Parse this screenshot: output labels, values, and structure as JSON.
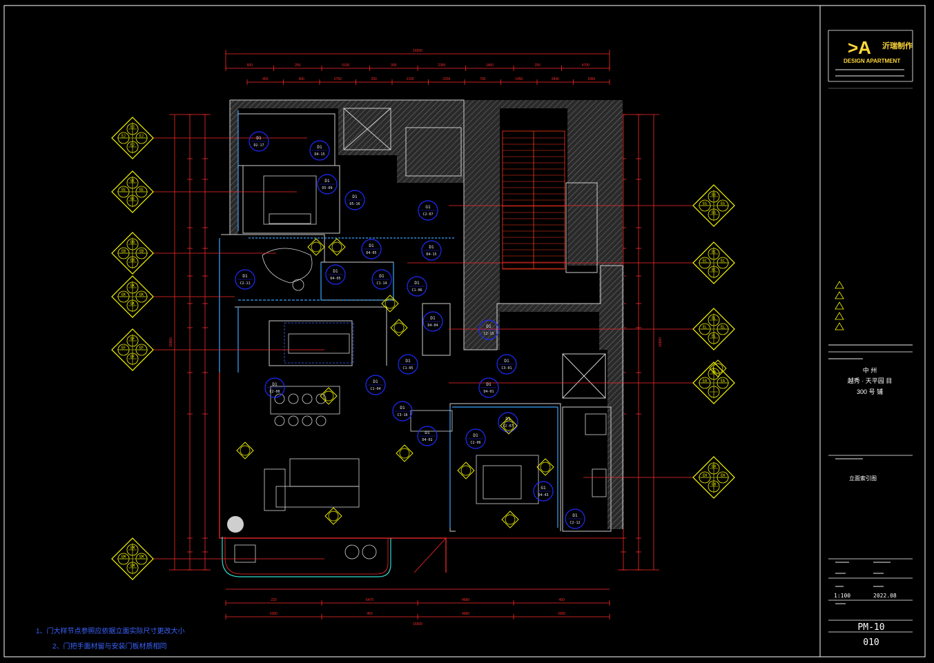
{
  "colors": {
    "background": "#000000",
    "frame": "#ffffff",
    "dimension": "#ff2a2a",
    "wall": "#6b6b6b",
    "window": "#3aa7ff",
    "furniture": "#d8d8d8",
    "tag": "#1e2bff",
    "marker": "#ffff00",
    "note": "#3a63ff",
    "stair": "#ff3a1a",
    "titleblock_text": "#ffffff",
    "logo": "#ffd83a"
  },
  "dims": {
    "top_total": "16500",
    "top_row1": [
      "600",
      "250",
      "5100",
      "300",
      "2350",
      "1450",
      "250",
      "4700"
    ],
    "top_row2": [
      "450",
      "900",
      "2750",
      "250",
      "2100",
      "2200",
      "700",
      "1450",
      "2840",
      "1850"
    ],
    "bottom_row1": [
      "220",
      "6470",
      "4680",
      "400"
    ],
    "bottom_row2": [
      "5300",
      "450",
      "4680",
      "2000"
    ],
    "bottom_total": "16500",
    "left_total": "16860",
    "right_total": "16860"
  },
  "tags": [
    {
      "top": "D1",
      "bottom": "D2-17"
    },
    {
      "top": "D1",
      "bottom": "D4-15"
    },
    {
      "top": "D1",
      "bottom": "D5-09"
    },
    {
      "top": "D1",
      "bottom": "D5-16"
    },
    {
      "top": "G1",
      "bottom": "C2-07"
    },
    {
      "top": "D1",
      "bottom": "D4-05"
    },
    {
      "top": "D1",
      "bottom": "D4-15"
    },
    {
      "top": "D1",
      "bottom": "D4-05"
    },
    {
      "top": "D1",
      "bottom": "C2-11"
    },
    {
      "top": "D1",
      "bottom": "C1-14"
    },
    {
      "top": "D1",
      "bottom": "C1-06"
    },
    {
      "top": "D1",
      "bottom": "D4-04"
    },
    {
      "top": "D1",
      "bottom": "C2-15"
    },
    {
      "top": "D1",
      "bottom": "C1-05"
    },
    {
      "top": "D1",
      "bottom": "C3-01"
    },
    {
      "top": "D1",
      "bottom": "C2-00"
    },
    {
      "top": "D1",
      "bottom": "C1-04"
    },
    {
      "top": "D1",
      "bottom": "D4-01"
    },
    {
      "top": "D1",
      "bottom": "C3-16"
    },
    {
      "top": "D1",
      "bottom": "D4-02"
    },
    {
      "top": "D1",
      "bottom": "C2-06"
    },
    {
      "top": "D1",
      "bottom": "C2-07"
    },
    {
      "top": "G1",
      "bottom": "D4-43"
    },
    {
      "top": "D1",
      "bottom": "C2-12"
    }
  ],
  "markers_left": [
    {
      "labels": [
        "EJ",
        "EJ",
        "EJ",
        "EJ"
      ]
    },
    {
      "labels": [
        "EE",
        "EE",
        "EE",
        "EE"
      ]
    },
    {
      "labels": [
        "EB",
        "EB",
        "EB",
        "EB"
      ]
    },
    {
      "labels": [
        "EK",
        "EK",
        "EK",
        "EK"
      ]
    },
    {
      "labels": [
        "EF",
        "EF",
        "EF",
        "EF"
      ]
    },
    {
      "labels": [
        "EM",
        "EM",
        "EM",
        "EM"
      ]
    }
  ],
  "markers_right": [
    {
      "labels": [
        "EG",
        "EG",
        "EG",
        "EG"
      ]
    },
    {
      "labels": [
        "EC",
        "EC",
        "EC",
        "EC"
      ]
    },
    {
      "labels": [
        "EL",
        "EL",
        "EL",
        "EL"
      ]
    },
    {
      "labels": [
        "EA",
        "EA",
        "EA",
        ""
      ]
    },
    {
      "labels": [
        "EH",
        "EH",
        "EH",
        "EH"
      ]
    }
  ],
  "notes": [
    "1、门大样节点参照应依据立面实际尺寸更改大小",
    "2、门把手面材留与安装门板材质相同"
  ],
  "title_block": {
    "logo_mark": ">A",
    "logo_cn": "沂瑞制作",
    "logo_en": "DESIGN APARTMENT",
    "project_cn": "中   州",
    "project_sub": "越秀 · 天平园 目",
    "project_unit": "300 号 铺",
    "drawing_title": "立面索引图",
    "scale": "1:100",
    "date": "2022.08",
    "sheet_code": "PM-10",
    "sheet_no": "010"
  }
}
